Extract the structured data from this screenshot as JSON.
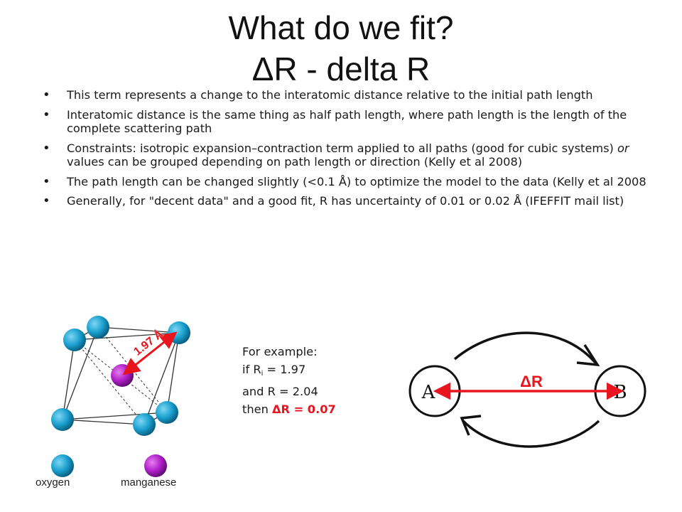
{
  "title": {
    "line1": "What do we fit?",
    "line2": "ΔR - delta R"
  },
  "bullets": [
    {
      "text": "This term represents a change to the interatomic distance relative to the initial path length"
    },
    {
      "text": "Interatomic distance is the same thing as half path length, where path length is the length of the complete scattering path"
    },
    {
      "pre": "Constraints: isotropic expansion–contraction term applied to all paths (good for cubic systems) ",
      "em": "or",
      "post": " values can be grouped depending on path length or direction (Kelly et al 2008)"
    },
    {
      "text": "The path length can be changed slightly (<0.1 Å) to optimize the model to the data (Kelly et al 2008"
    },
    {
      "text": "Generally, for \"decent data\" and a good fit, R has uncertainty of 0.01 or 0.02 Å (IFEFFIT mail list)"
    }
  ],
  "example": {
    "line1": "For example:",
    "line2_pre": "if R",
    "line2_sub": "i",
    "line2_post": " = 1.97",
    "line3": "and R = 2.04",
    "line4_pre": "then ",
    "line4_red": "ΔR = 0.07"
  },
  "molecule": {
    "distance_label": "1.97 Å",
    "legend_oxygen": "oxygen",
    "legend_manganese": "manganese",
    "colors": {
      "oxygen": "#1aa0d0",
      "manganese": "#b020c8",
      "arrow": "#e8141e"
    }
  },
  "path_diagram": {
    "atom_a": "A",
    "atom_b": "B",
    "delta_label": "ΔR",
    "colors": {
      "delta": "#e8141e",
      "outline": "#111111"
    }
  }
}
